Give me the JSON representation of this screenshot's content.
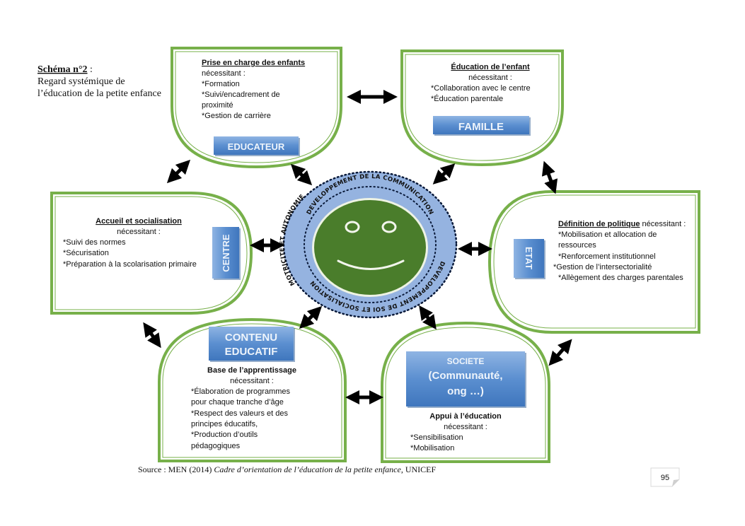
{
  "title": {
    "heading": "Schéma n°2",
    "heading_suffix": " :",
    "line1": "Regard systémique de",
    "line2": "l’éducation de la petite enfance"
  },
  "center": {
    "icon": "smiley-face-icon",
    "ring_top": "DEVELOPPEMENT DE LA COMMUNICATION",
    "ring_bottom": "DEVELOPPEMENT DE SOI ET SOCIALISATION",
    "ring_left": "MOTRICITE ET AUTONOMIE"
  },
  "nodes": {
    "educateur": {
      "label": "EDUCATEUR",
      "heading": "Prise en charge des enfants",
      "sub": "nécessitant :",
      "items": [
        "*Formation",
        "*Suivi/encadrement de",
        "proximité",
        "*Gestion de carrière"
      ]
    },
    "famille": {
      "label": "FAMILLE",
      "heading": "Éducation de l’enfant",
      "sub": "nécessitant :",
      "items": [
        "*Collaboration avec le centre",
        "*Éducation parentale"
      ]
    },
    "centre": {
      "label": "CENTRE",
      "heading": "Accueil et socialisation",
      "sub": "nécessitant :",
      "items": [
        "*Suivi des normes",
        "*Sécurisation",
        "*Préparation à la scolarisation primaire"
      ]
    },
    "etat": {
      "label": "ETAT",
      "heading": "Définition de politique",
      "heading_suffix": " nécessitant :",
      "items": [
        "*Mobilisation  et allocation de",
        "ressources",
        "*Renforcement institutionnel",
        "*Gestion de l’intersectorialité",
        "*Allègement des charges parentales"
      ]
    },
    "contenu": {
      "label_line1": "CONTENU",
      "label_line2": "EDUCATIF",
      "heading": "Base de l’apprentissage",
      "sub": "nécessitant :",
      "items": [
        "*Élaboration de programmes",
        "pour chaque tranche d’âge",
        "*Respect des valeurs et des",
        "principes éducatifs,",
        "*Production d’outils",
        "pédagogiques"
      ]
    },
    "societe": {
      "label_line1": "SOCIETE",
      "label_line2": "(Communauté,",
      "label_line3": "ong …)",
      "heading": "Appui à l’éducation",
      "sub": "nécessitant :",
      "items": [
        "*Sensibilisation",
        "*Mobilisation"
      ]
    }
  },
  "source": {
    "prefix": "Source : MEN (2014) ",
    "title_italic": "Cadre d’orientation de l’éducation de la petite enfance",
    "suffix": ", UNICEF"
  },
  "page_number": "95",
  "colors": {
    "green_border": "#77b04a",
    "face_green": "#4a7d2b",
    "ring_blue": "#95b3e0",
    "label_blue": "#4f86c6"
  }
}
